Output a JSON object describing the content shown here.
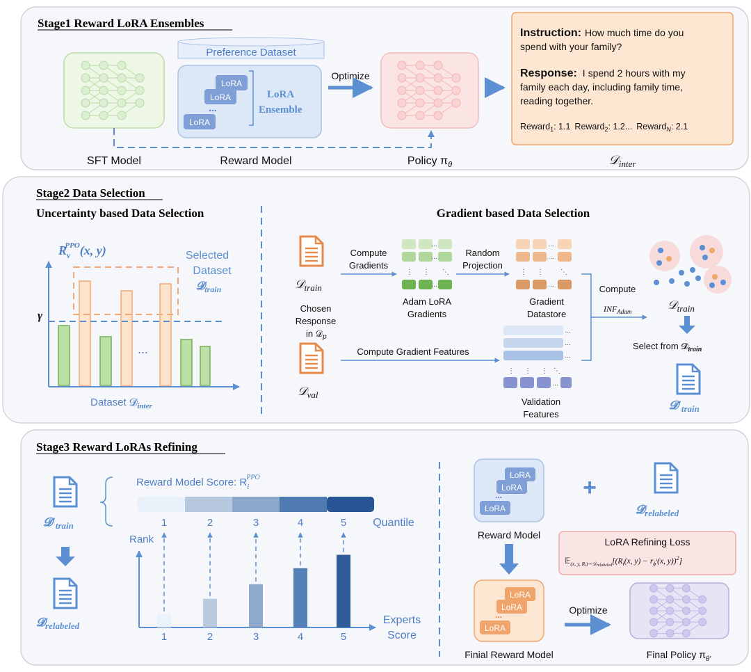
{
  "stage1": {
    "title": "Stage1 Reward LoRA Ensembles",
    "sft_label": "SFT Model",
    "preference_dataset": "Preference Dataset",
    "lora": "LoRA",
    "lora_ensemble_1": "LoRA",
    "lora_ensemble_2": "Ensemble",
    "ellipsis": "...",
    "reward_model_label": "Reward Model",
    "optimize": "Optimize",
    "policy_label": "Policy π",
    "policy_sub": "θ",
    "instruction_head": "Instruction:",
    "instruction_text_1": "How much time do you",
    "instruction_text_2": "spend with your family?",
    "response_head": "Response:",
    "response_text_1": "I spend 2 hours with my",
    "response_text_2": "family each day, including family time,",
    "response_text_3": "reading together.",
    "reward_1": "Reward",
    "reward_1_sub": "1",
    "reward_1_val": ": 1.1",
    "reward_2": "Reward",
    "reward_2_sub": "2",
    "reward_2_val": ": 1.2...",
    "reward_n": "Reward",
    "reward_n_sub": "N",
    "reward_n_val": ": 2.1",
    "d_inter": "𝒟",
    "d_inter_sub": "inter"
  },
  "stage2": {
    "title": "Stage2 Data Selection",
    "left_title": "Uncertainty based Data Selection",
    "right_title": "Gradient based Data Selection",
    "y_label": "R",
    "y_label_sub": "v",
    "y_label_sup": "PPO",
    "y_label_args": "(x, y)",
    "selected_1": "Selected",
    "selected_2": "Dataset",
    "selected_3": "𝓓",
    "selected_3_sub": "train",
    "gamma": "γ",
    "dots": "...",
    "x_label": "Dataset 𝓓",
    "x_label_sub": "inter",
    "d_train": "𝒟",
    "d_train_sub": "train",
    "chosen_1": "Chosen",
    "chosen_2": "Response",
    "chosen_3": "in 𝒟",
    "chosen_3_sub": "p",
    "d_val": "𝒟",
    "d_val_sub": "val",
    "compute_1": "Compute",
    "compute_2": "Gradients",
    "adam_1": "Adam LoRA",
    "adam_2": "Gradients",
    "random_1": "Random",
    "random_2": "Projection",
    "datastore_1": "Gradient",
    "datastore_2": "Datastore",
    "compute_features": "Compute Gradient Features",
    "validation_1": "Validation",
    "validation_2": "Features",
    "compute_inf": "Compute",
    "inf": "INF",
    "inf_sub": "Adam",
    "d_train_cluster": "𝒟",
    "d_train_cluster_sub": "train",
    "select_from": "Select from 𝓓",
    "select_from_sub": "train",
    "d_train_prime": "𝓓′",
    "d_train_prime_sub": "train"
  },
  "stage3": {
    "title": "Stage3 Reward LoRAs Refining",
    "d_train_prime": "𝓓′",
    "d_train_prime_sub": "train",
    "d_relabeled": "𝓓",
    "d_relabeled_sub": "relabeled",
    "score_label": "Reward Model Score: R",
    "score_sub": "i",
    "score_sup": "PPO",
    "quantile": "Quantile",
    "rank": "Rank",
    "experts_1": "Experts",
    "experts_2": "Score",
    "reward_model": "Reward Model",
    "final_reward_model": "Finial Reward Model",
    "plus": "+",
    "d_relabeled_right": "𝓓",
    "d_relabeled_right_sub": "relabeled",
    "loss_title": "LoRA Refining Loss",
    "loss_formula_a": "𝔼",
    "loss_formula_sub": "(x, y, R",
    "loss_formula_sub2": "i",
    "loss_formula_sub3": ")∼𝒟",
    "loss_formula_sub4": "relabeled",
    "loss_formula_b": "[(R",
    "loss_formula_b_sub": "i",
    "loss_formula_c": "(x, y) − r",
    "loss_formula_c_sub": "ϕ",
    "loss_formula_c_sup": "i",
    "loss_formula_d": "(x, y))",
    "loss_formula_d_sup": "2",
    "loss_formula_e": "]",
    "optimize": "Optimize",
    "final_policy": "Final Policy π",
    "final_policy_sub": "θ′"
  },
  "chart_data": {
    "type": "bar",
    "categories": [
      "1",
      "2",
      "3",
      "4",
      "5"
    ],
    "values": [
      0.35,
      0.75,
      1.13,
      1.55,
      1.9
    ],
    "quantile_colors": [
      "#e8f0fa",
      "#b6c8de",
      "#8ba7c9",
      "#4f7bb2",
      "#285694"
    ],
    "xlabel": "Experts Score",
    "ylabel": "Rank"
  },
  "colors": {
    "green": "#9cc78b",
    "orange": "#f4c29a",
    "blue": "#5b8fd1",
    "pink": "#f7c6c6",
    "purple": "#a5a2dc"
  }
}
